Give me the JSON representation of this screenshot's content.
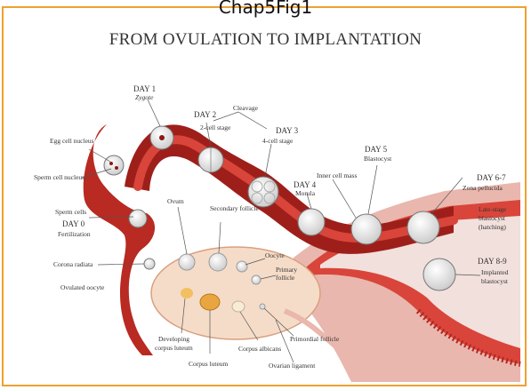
{
  "figure_label": "Chap5Fig1",
  "title": "FROM OVULATION TO IMPLANTATION",
  "labels": {
    "day1": "DAY 1",
    "zygote": "Zygote",
    "day2": "DAY 2",
    "two_cell": "2-cell stage",
    "cleavage": "Cleavage",
    "day3": "DAY 3",
    "four_cell": "4-cell stage",
    "egg_nucleus": "Egg cell nucleus",
    "sperm_nucleus": "Sperm cell nucleus",
    "sperm_cells": "Sperm cells",
    "day0": "DAY 0",
    "fertilization": "Fertilization",
    "corona_radiata": "Corona radiata",
    "ovulated_oocyte": "Ovulated oocyte",
    "ovum": "Ovum",
    "secondary_follicle": "Secondary follicle",
    "day4": "DAY 4",
    "morula": "Morula",
    "inner_cell_mass": "Inner cell mass",
    "day5": "DAY 5",
    "blastocyst": "Blastocyst",
    "day67": "DAY 6-7",
    "zona_pellucida": "Zona pellucida",
    "late_stage_1": "Late-stage",
    "late_stage_2": "blastocyst",
    "late_stage_3": "(hatching)",
    "day89": "DAY 8-9",
    "implanted_1": "Implanted",
    "implanted_2": "blastocyst",
    "oocyte": "Oocyte",
    "primary_follicle_1": "Primary",
    "primary_follicle_2": "follicle",
    "primordial_follicle": "Primordial follicle",
    "developing_cl_1": "Developing",
    "developing_cl_2": "corpus luteum",
    "corpus_luteum": "Corpus luteum",
    "corpus_albicans": "Corpus albicans",
    "ovarian_ligament": "Ovarian ligament"
  },
  "colors": {
    "frame": "#f0a030",
    "tube_dark": "#9e1f1a",
    "tube_light": "#d9453a",
    "uterus_wall": "#e9b7ad",
    "ovary": "#f5dcc8",
    "cell_fill": "#ececec"
  }
}
